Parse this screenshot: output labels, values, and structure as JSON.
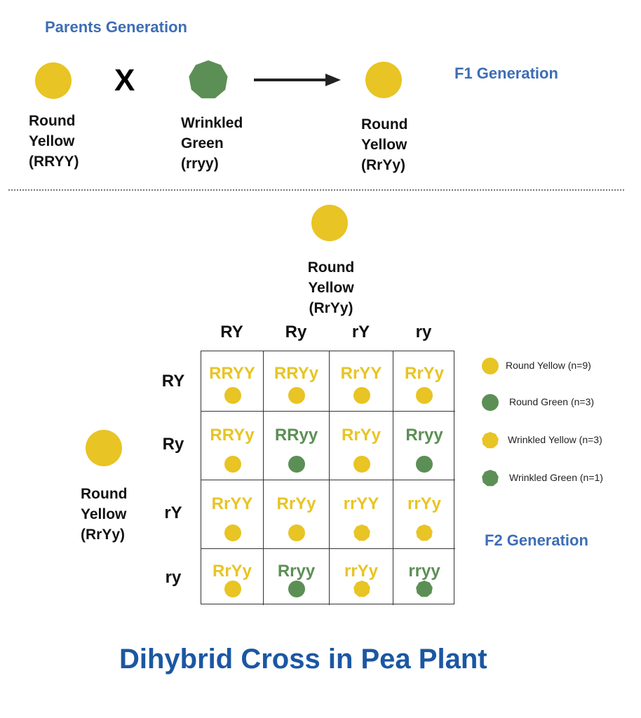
{
  "colors": {
    "yellow": "#e8c424",
    "green": "#5c8f55",
    "heading_blue": "#3d6db5",
    "title_blue": "#1b57a3",
    "arrow": "#222222"
  },
  "parents": {
    "heading": "Parents Generation",
    "cross_symbol": "X",
    "parent1": {
      "shape": "round",
      "color": "yellow",
      "lines": [
        "Round",
        "Yellow",
        "(RRYY)"
      ]
    },
    "parent2": {
      "shape": "wrinkled",
      "color": "green",
      "lines": [
        "Wrinkled",
        "Green",
        "(rryy)"
      ]
    }
  },
  "f1": {
    "heading": "F1 Generation",
    "offspring": {
      "shape": "round",
      "color": "yellow",
      "lines": [
        "Round",
        "Yellow",
        "(RrYy)"
      ]
    }
  },
  "f2": {
    "heading": "F2 Generation",
    "top_parent": {
      "shape": "round",
      "color": "yellow",
      "lines": [
        "Round",
        "Yellow",
        "(RrYy)"
      ]
    },
    "left_parent": {
      "shape": "round",
      "color": "yellow",
      "lines": [
        "Round",
        "Yellow",
        "(RrYy)"
      ]
    },
    "column_gametes": [
      "RY",
      "Ry",
      "rY",
      "ry"
    ],
    "row_gametes": [
      "RY",
      "Ry",
      "rY",
      "ry"
    ],
    "cells": [
      [
        {
          "genotype": "RRYY",
          "color": "yellow",
          "shape": "round"
        },
        {
          "genotype": "RRYy",
          "color": "yellow",
          "shape": "round"
        },
        {
          "genotype": "RrYY",
          "color": "yellow",
          "shape": "round"
        },
        {
          "genotype": "RrYy",
          "color": "yellow",
          "shape": "round"
        }
      ],
      [
        {
          "genotype": "RRYy",
          "color": "yellow",
          "shape": "round"
        },
        {
          "genotype": "RRyy",
          "color": "green",
          "shape": "round"
        },
        {
          "genotype": "RrYy",
          "color": "yellow",
          "shape": "round"
        },
        {
          "genotype": "Rryy",
          "color": "green",
          "shape": "round"
        }
      ],
      [
        {
          "genotype": "RrYY",
          "color": "yellow",
          "shape": "round"
        },
        {
          "genotype": "RrYy",
          "color": "yellow",
          "shape": "round"
        },
        {
          "genotype": "rrYY",
          "color": "yellow",
          "shape": "wrinkled"
        },
        {
          "genotype": "rrYy",
          "color": "yellow",
          "shape": "wrinkled"
        }
      ],
      [
        {
          "genotype": "RrYy",
          "color": "yellow",
          "shape": "round"
        },
        {
          "genotype": "Rryy",
          "color": "green",
          "shape": "round"
        },
        {
          "genotype": "rrYy",
          "color": "yellow",
          "shape": "wrinkled"
        },
        {
          "genotype": "rryy",
          "color": "green",
          "shape": "wrinkled"
        }
      ]
    ],
    "legend": [
      {
        "label": "Round Yellow (n=9)",
        "color": "yellow",
        "shape": "round"
      },
      {
        "label": "Round Green (n=3)",
        "color": "green",
        "shape": "round"
      },
      {
        "label": "Wrinkled Yellow (n=3)",
        "color": "yellow",
        "shape": "wrinkled"
      },
      {
        "label": "Wrinkled Green (n=1)",
        "color": "green",
        "shape": "wrinkled"
      }
    ]
  },
  "title": "Dihybrid Cross in Pea Plant"
}
